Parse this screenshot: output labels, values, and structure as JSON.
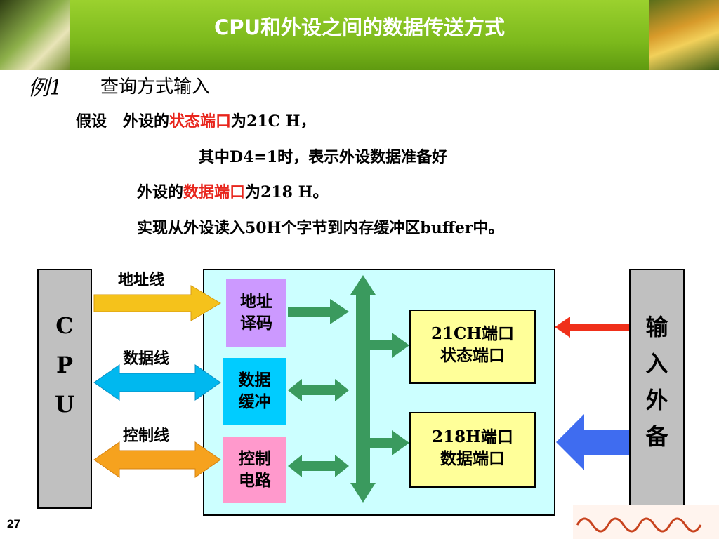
{
  "header": {
    "title": "CPU和外设之间的数据传送方式"
  },
  "example": {
    "label": "例1",
    "title": "查询方式输入",
    "lines": [
      {
        "prefix": "假设   外设的",
        "highlight": "状态端口",
        "suffix": "为21C H，"
      },
      {
        "text": "其中D4=1时，表示外设数据准备好"
      },
      {
        "prefix": "外设的",
        "highlight": "数据端口",
        "suffix": "为218 H。"
      },
      {
        "text": "实现从外设读入50H个字节到内存缓冲区buffer中。"
      }
    ]
  },
  "diagram": {
    "cpu_letters": [
      "C",
      "P",
      "U"
    ],
    "bus_labels": {
      "address": "地址线",
      "data": "数据线",
      "control": "控制线"
    },
    "blocks": {
      "address_decode": [
        "地址",
        "译码"
      ],
      "data_buffer": [
        "数据",
        "缓冲"
      ],
      "control_circuit": [
        "控制",
        "电路"
      ]
    },
    "ports": {
      "status": [
        "21CH端口",
        "状态端口"
      ],
      "data": [
        "218H端口",
        "数据端口"
      ]
    },
    "device_letters": [
      "输",
      "入",
      "外",
      "备"
    ]
  },
  "footer": {
    "page_number": "27"
  },
  "colors": {
    "banner_green": "#7cb91c",
    "highlight_red": "#e8251c",
    "address_bus": "#f5c21b",
    "data_bus": "#00b8ef",
    "control_bus": "#f6a21e",
    "interface_bg": "#ccffff",
    "decode_block": "#cc99ff",
    "buffer_block": "#00ccff",
    "control_block": "#ff99cc",
    "port_block": "#ffff99",
    "internal_bus": "#3a9a5e",
    "device_gray": "#c0c0c0"
  }
}
